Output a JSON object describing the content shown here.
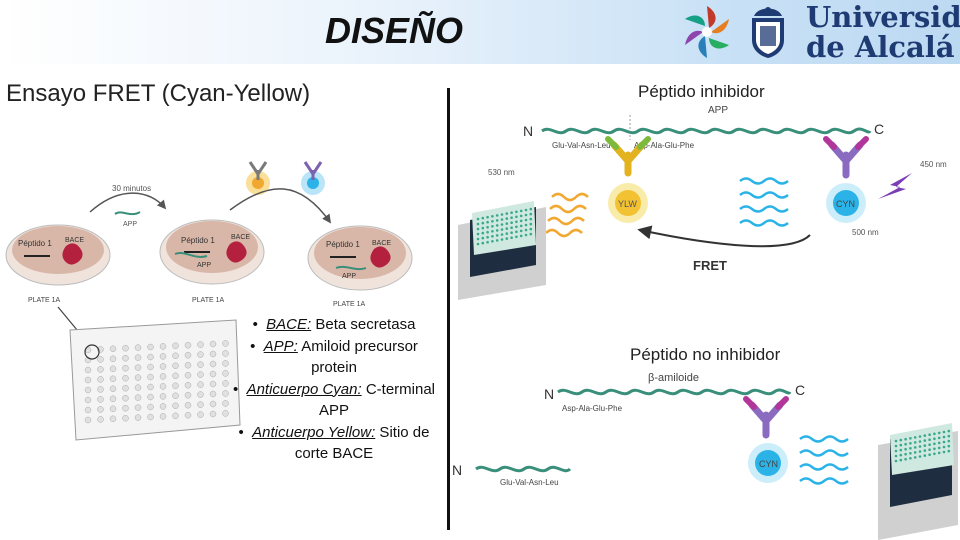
{
  "header": {
    "title": "DISEÑO",
    "university_line1": "Universidad",
    "university_line2": "de Alcalá"
  },
  "left": {
    "subtitle": "Ensayo FRET (Cyan-Yellow)",
    "diagram": {
      "time_label": "30 minutos",
      "app_label": "APP",
      "peptide_label": "Péptido 1",
      "bace_label": "BACE",
      "plate_label": "PLATE 1A"
    },
    "bullets": [
      {
        "term": "BACE:",
        "text": " Beta secretasa"
      },
      {
        "term": "APP:",
        "text": " Amiloid precursor protein"
      },
      {
        "term": "Anticuerpo Cyan:",
        "text": " C-terminal APP"
      },
      {
        "term": "Anticuerpo Yellow:",
        "text": " Sitio de corte BACE"
      }
    ]
  },
  "right": {
    "inhibitor": {
      "title": "Péptido inhibidor",
      "app_label": "APP",
      "n_label": "N",
      "c_label": "C",
      "seq_left": "Glu-Val-Asn-Leu",
      "seq_right": "Asp-Ala-Glu-Phe",
      "wl_530": "530 nm",
      "wl_450": "450 nm",
      "wl_500": "500 nm",
      "ylw_label": "YLW",
      "cyn_label": "CYN",
      "fret_label": "FRET"
    },
    "no_inhibitor": {
      "title": "Péptido no inhibidor",
      "beta_label": "β-amiloide",
      "n_label": "N",
      "c_label": "C",
      "seq_right": "Asp-Ala-Glu-Phe",
      "seq_left": "Glu-Val-Asn-Leu",
      "n2_label": "N",
      "cyn_label": "CYN"
    }
  },
  "colors": {
    "cyan": "#2bb3e8",
    "yellow": "#f3c232",
    "fret_arrow": "#333333",
    "lightning": "#7a3fb5",
    "plate_dish": "#d9b7a8"
  }
}
